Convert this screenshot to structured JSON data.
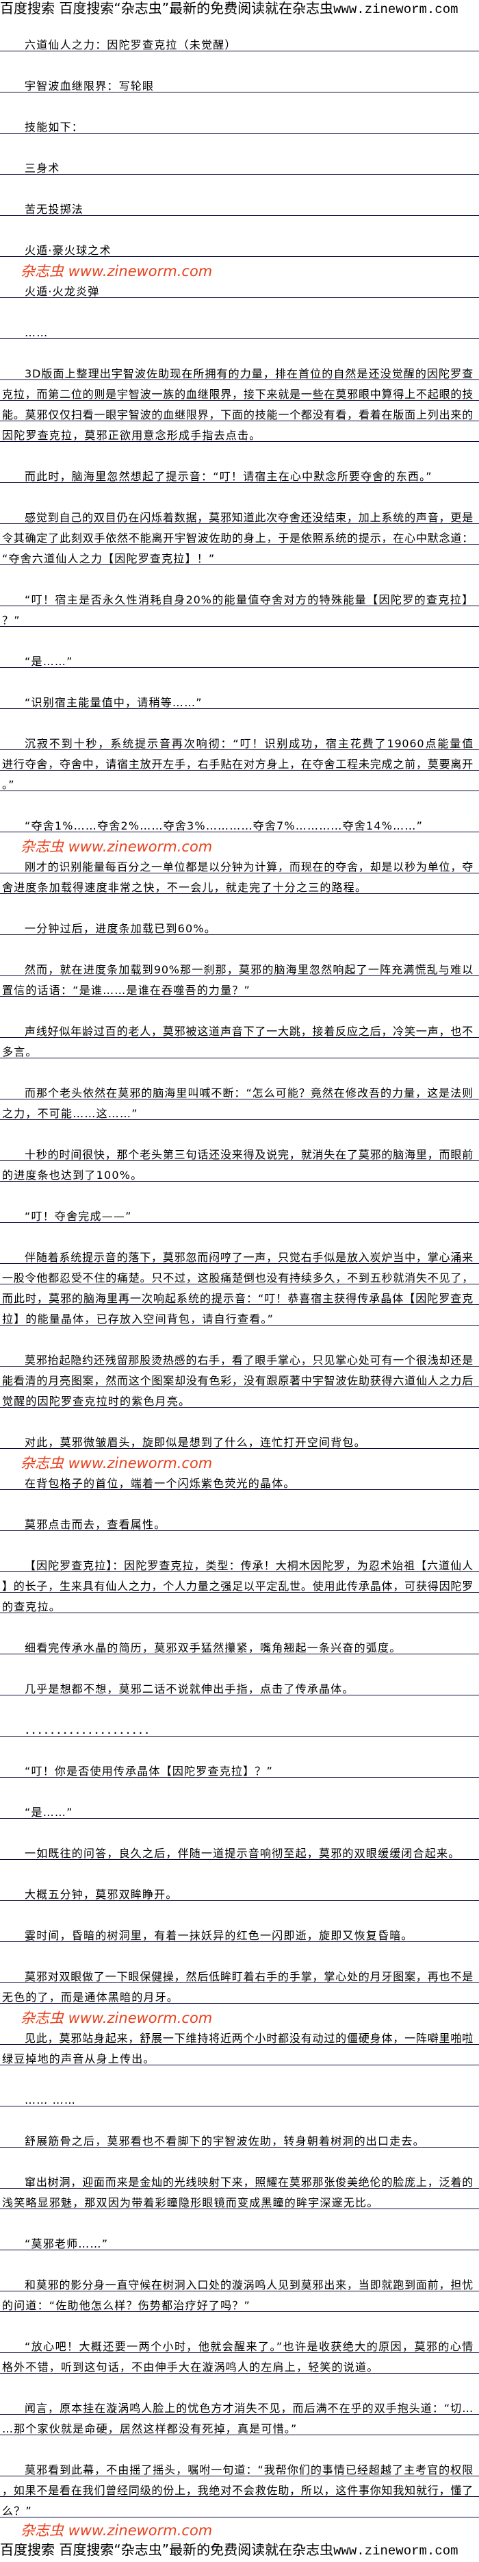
{
  "banner": {
    "cjk": "百度搜索 百度搜索“杂志虫”最新的免费阅读就在杂志虫",
    "latin": "www.zineworm.com"
  },
  "watermark": "杂志虫 www.zineworm.com",
  "paragraphs": [
    {
      "lines": [
        "六道仙人之力：因陀罗查克拉（未觉醒）"
      ]
    },
    {
      "lines": [
        "宇智波血继限界：写轮眼"
      ]
    },
    {
      "lines": [
        "技能如下："
      ]
    },
    {
      "lines": [
        "三身术"
      ]
    },
    {
      "lines": [
        "苦无投掷法"
      ]
    },
    {
      "lines": [
        "火遁·豪火球之术"
      ]
    },
    {
      "lines": [
        "火遁·火龙炎弹"
      ]
    },
    {
      "lines": [
        "……"
      ]
    },
    {
      "lines": [
        "3D版面上整理出宇智波佐助现在所拥有的力量，排在首位的自然是还没觉醒的因陀罗查",
        "克拉，而第二位的则是宇智波一族的血继限界，接下来就是一些在莫邪眼中算得上不起眼的技",
        "能。莫邪仅仅扫看一眼宇智波的血继限界，下面的技能一个都没有看，看着在版面上列出来的",
        "因陀罗查克拉，莫邪正欲用意念形成手指去点击。"
      ]
    },
    {
      "lines": [
        "而此时，脑海里忽然想起了提示音：“叮！请宿主在心中默念所要夺舍的东西。”"
      ]
    },
    {
      "lines": [
        "感觉到自己的双目仍在闪烁着数据，莫邪知道此次夺舍还没结束，加上系统的声音，更是",
        "令其确定了此刻双手依然不能离开宇智波佐助的身上，于是依照系统的提示，在心中默念道：",
        "“夺舍六道仙人之力【因陀罗查克拉】！”"
      ]
    },
    {
      "lines": [
        "“叮！宿主是否永久性消耗自身20%的能量值夺舍对方的特殊能量【因陀罗的查克拉】",
        "？”"
      ]
    },
    {
      "lines": [
        "“是……”"
      ]
    },
    {
      "lines": [
        "“识别宿主能量值中，请稍等……”"
      ]
    },
    {
      "lines": [
        "沉寂不到十秒，系统提示音再次响彻：“叮！识别成功，宿主花费了19060点能量值",
        "进行夺舍，夺舍中，请宿主放开左手，右手贴在对方身上，在夺舍工程未完成之前，莫要离开",
        "。”"
      ]
    },
    {
      "lines": [
        "“夺舍1%……夺舍2%……夺舍3%…………夺舍7%…………夺舍14%……”"
      ]
    },
    {
      "lines": [
        "刚才的识别能量每百分之一单位都是以分钟为计算，而现在的夺舍，却是以秒为单位，夺",
        "舍进度条加载得速度非常之快，不一会儿，就走完了十分之三的路程。"
      ]
    },
    {
      "lines": [
        "一分钟过后，进度条加载已到60%。"
      ]
    },
    {
      "lines": [
        "然而，就在进度条加载到90%那一刹那，莫邪的脑海里忽然响起了一阵充满慌乱与难以",
        "置信的话语：“是谁……是谁在吞噬吾的力量？”"
      ]
    },
    {
      "lines": [
        "声线好似年龄过百的老人，莫邪被这道声音下了一大跳，接着反应之后，冷笑一声，也不",
        "多言。"
      ]
    },
    {
      "lines": [
        "而那个老头依然在莫邪的脑海里叫喊不断：“怎么可能？竟然在修改吾的力量，这是法则",
        "之力，不可能……这……”"
      ]
    },
    {
      "lines": [
        "十秒的时间很快，那个老头第三句话还没来得及说完，就消失在了莫邪的脑海里，而眼前",
        "的进度条也达到了100%。"
      ]
    },
    {
      "lines": [
        "“叮！夺舍完成——”"
      ]
    },
    {
      "lines": [
        "伴随着系统提示音的落下，莫邪忽而闷哼了一声，只觉右手似是放入炭炉当中，掌心涌来",
        "一股令他都忍受不住的痛楚。只不过，这股痛楚倒也没有持续多久，不到五秒就消失不见了，",
        "而此时，莫邪的脑海里再一次响起系统的提示音：“叮！恭喜宿主获得传承晶体【因陀罗查克",
        "拉】的能量晶体，已存放入空间背包，请自行查看。”"
      ]
    },
    {
      "lines": [
        "莫邪抬起隐约还残留那股烫热感的右手，看了眼手掌心，只见掌心处可有一个很浅却还是",
        "能看清的月亮图案，然而这个图案却没有色彩，没有跟原著中宇智波佐助获得六道仙人之力后",
        "觉醒的因陀罗查克拉时的紫色月亮。"
      ]
    },
    {
      "lines": [
        "对此，莫邪微皱眉头，旋即似是想到了什么，连忙打开空间背包。"
      ]
    },
    {
      "lines": [
        "在背包格子的首位，端着一个闪烁紫色荧光的晶体。"
      ]
    },
    {
      "lines": [
        "莫邪点击而去，查看属性。"
      ]
    },
    {
      "lines": [
        "【因陀罗查克拉】：因陀罗查克拉，类型：传承！大桐木因陀罗，为忍术始祖【六道仙人",
        "】的长子，生来具有仙人之力，个人力量之强足以平定乱世。使用此传承晶体，可获得因陀罗",
        "的查克拉。"
      ]
    },
    {
      "lines": [
        "细看完传承水晶的简历，莫邪双手猛然攥紧，嘴角翘起一条兴奋的弧度。"
      ]
    },
    {
      "lines": [
        "几乎是想都不想，莫邪二话不说就伸出手指，点击了传承晶体。"
      ]
    },
    {
      "lines": [
        "．．．．．．．．．．．．．．．．．．．．"
      ]
    },
    {
      "lines": [
        "“叮！你是否使用传承晶体【因陀罗查克拉】？”"
      ]
    },
    {
      "lines": [
        "“是……”"
      ]
    },
    {
      "lines": [
        "一如既往的问答，良久之后，伴随一道提示音响彻至起，莫邪的双眼缓缓闭合起来。"
      ]
    },
    {
      "lines": [
        "大概五分钟，莫邪双眸睁开。"
      ]
    },
    {
      "lines": [
        "霎时间，昏暗的树洞里，有着一抹妖异的红色一闪即逝，旋即又恢复昏暗。"
      ]
    },
    {
      "lines": [
        "莫邪对双眼做了一下眼保健操，然后低眸盯着右手的手掌，掌心处的月牙图案，再也不是",
        "无色的了，而是通体黑暗的月牙。"
      ]
    },
    {
      "lines": [
        "见此，莫邪站身起来，舒展一下维持将近两个小时都没有动过的僵硬身体，一阵噼里啪啦",
        "绿豆掉地的声音从身上传出。"
      ]
    },
    {
      "lines": [
        "…… ……"
      ]
    },
    {
      "lines": [
        "舒展筋骨之后，莫邪看也不看脚下的宇智波佐助，转身朝着树洞的出口走去。"
      ]
    },
    {
      "lines": [
        "窜出树洞，迎面而来是金灿的光线映射下来，照耀在莫邪那张俊美绝伦的脸庞上，泛着的",
        "浅笑略显邪魅，那双因为带着彩瞳隐形眼镜而变成黑瞳的眸宇深邃无比。"
      ]
    },
    {
      "lines": [
        "“莫邪老师……”"
      ]
    },
    {
      "lines": [
        "和莫邪的影分身一直守候在树洞入口处的漩涡鸣人见到莫邪出来，当即就跑到面前，担忧",
        "的问道：“佐助他怎么样？伤势都治疗好了吗？”"
      ]
    },
    {
      "lines": [
        "“放心吧！大概还要一两个小时，他就会醒来了。”也许是收获绝大的原因，莫邪的心情",
        "格外不错，听到这句话，不由伸手大在漩涡鸣人的左肩上，轻笑的说道。"
      ]
    },
    {
      "lines": [
        "闻言，原本挂在漩涡鸣人脸上的忧色方才消失不见，而后满不在乎的双手抱头道：“切…",
        "…那个家伙就是命硬，居然这样都没有死掉，真是可惜。”"
      ]
    },
    {
      "lines": [
        "莫邪看到此幕，不由摇了摇头，嘱咐一句道：“我帮你们的事情已经超越了主考官的权限",
        "，如果不是看在我们曾经同级的份上，我绝对不会救佐助，所以，这件事你知我知就行，懂了",
        "么？”"
      ]
    }
  ]
}
